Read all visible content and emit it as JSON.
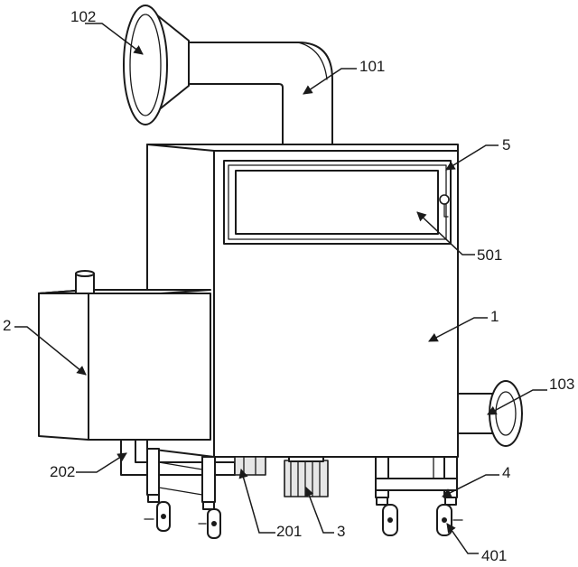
{
  "labels": {
    "l102": "102",
    "l101": "101",
    "l5": "5",
    "l501": "501",
    "l1": "1",
    "l2": "2",
    "l103": "103",
    "l202": "202",
    "l4": "4",
    "l201": "201",
    "l3": "3",
    "l401": "401"
  }
}
